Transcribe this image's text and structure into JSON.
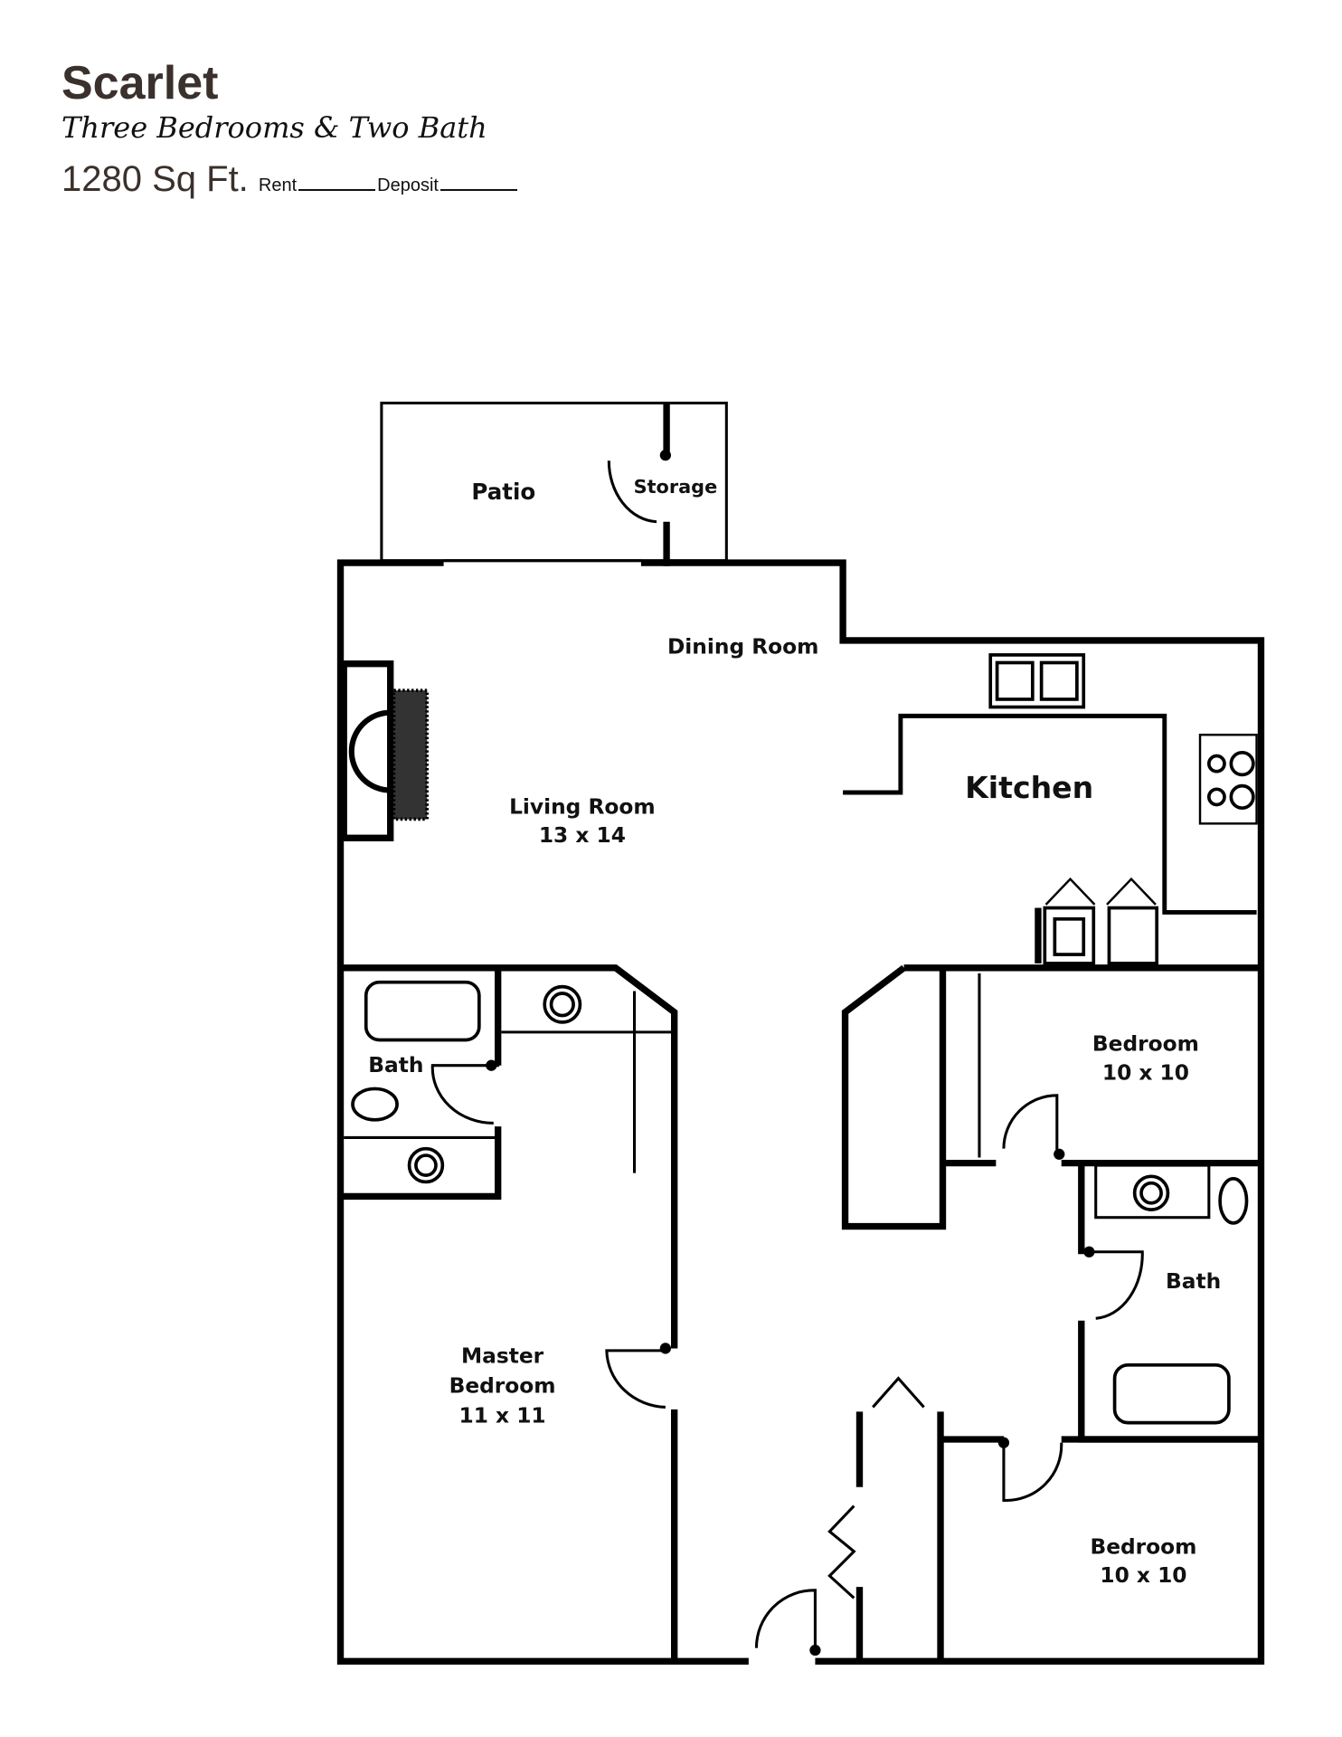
{
  "header": {
    "title": "Scarlet",
    "subtitle": "Three Bedrooms & Two Bath",
    "size": "1280 Sq Ft.",
    "rent_label": "Rent",
    "deposit_label": "Deposit"
  },
  "rooms": {
    "patio": "Patio",
    "storage": "Storage",
    "dining": "Dining Room",
    "living": {
      "name": "Living Room",
      "dims": "13 x 14"
    },
    "kitchen": "Kitchen",
    "bath1": "Bath",
    "bath2": "Bath",
    "master": {
      "name1": "Master",
      "name2": "Bedroom",
      "dims": "11 x 11"
    },
    "bedroom1": {
      "name": "Bedroom",
      "dims": "10 x 10"
    },
    "bedroom2": {
      "name": "Bedroom",
      "dims": "10 x 10"
    }
  }
}
